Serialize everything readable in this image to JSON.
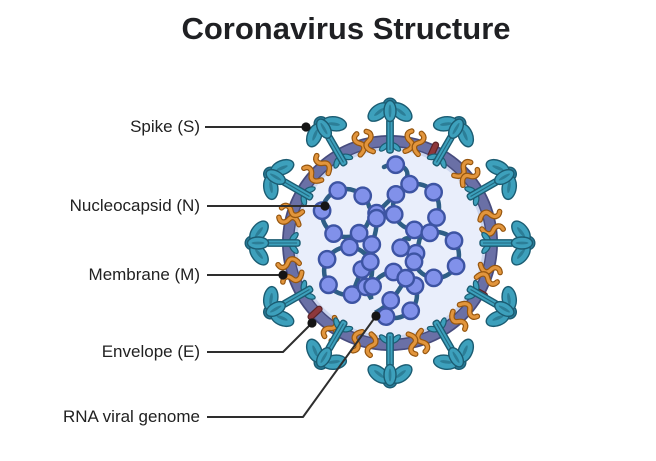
{
  "title": "Coronavirus Structure",
  "diagram": {
    "labels": [
      {
        "id": "spike",
        "text": "Spike (S)"
      },
      {
        "id": "nucleocapsid",
        "text": "Nucleocapsid (N)"
      },
      {
        "id": "membrane",
        "text": "Membrane (M)"
      },
      {
        "id": "envelope",
        "text": "Envelope (E)"
      },
      {
        "id": "rna",
        "text": "RNA viral genome"
      }
    ],
    "parts": [
      {
        "id": "spike-protein",
        "color": "#3da0bc"
      },
      {
        "id": "spike-protein-dark",
        "color": "#2b7e9b"
      },
      {
        "id": "membrane-protein",
        "color": "#e2953c"
      },
      {
        "id": "envelope-protein",
        "color": "#8e383c"
      },
      {
        "id": "nucleocapsid-bead",
        "color": "#8191ea"
      },
      {
        "id": "rna-strand",
        "color": "#2e5e86"
      },
      {
        "id": "viral-membrane",
        "color": "#6a70a6"
      },
      {
        "id": "virion-interior",
        "color": "#e9eefb"
      },
      {
        "id": "leader-line",
        "color": "#2e2e2e"
      },
      {
        "id": "leader-dot",
        "color": "#151515"
      }
    ]
  }
}
